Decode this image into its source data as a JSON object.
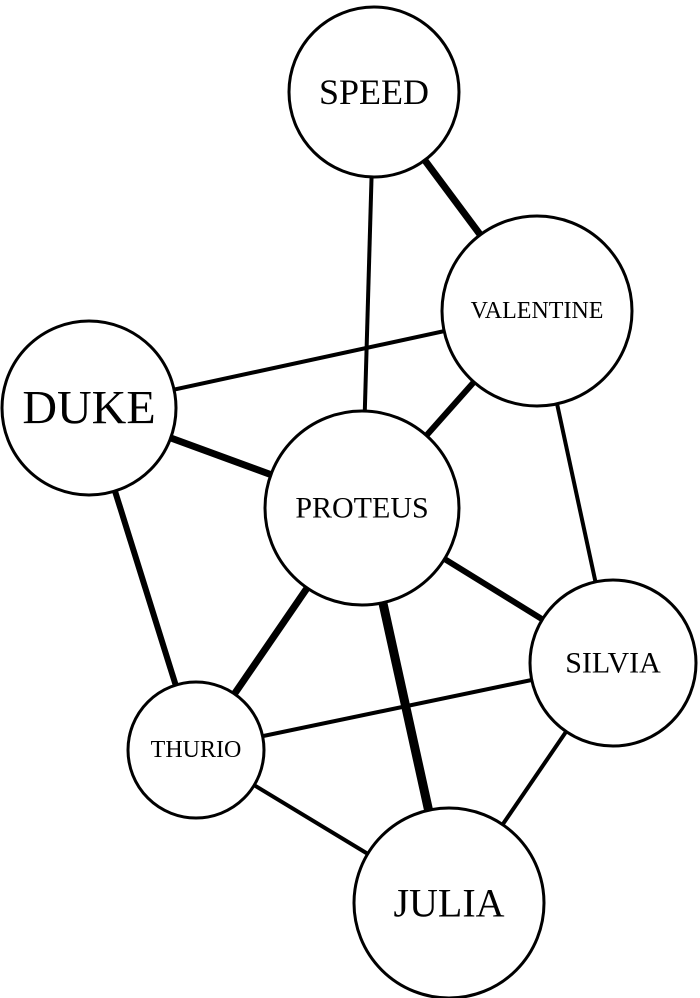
{
  "diagram": {
    "type": "network",
    "nodes": [
      {
        "id": "speed",
        "label": "SPEED"
      },
      {
        "id": "valentine",
        "label": "VALENTINE"
      },
      {
        "id": "duke",
        "label": "DUKE"
      },
      {
        "id": "proteus",
        "label": "PROTEUS"
      },
      {
        "id": "silvia",
        "label": "SILVIA"
      },
      {
        "id": "thurio",
        "label": "THURIO"
      },
      {
        "id": "julia",
        "label": "JULIA"
      }
    ],
    "edges": [
      {
        "from": "speed",
        "to": "valentine",
        "weight": "heavy"
      },
      {
        "from": "speed",
        "to": "proteus",
        "weight": "light"
      },
      {
        "from": "valentine",
        "to": "duke",
        "weight": "light"
      },
      {
        "from": "valentine",
        "to": "proteus",
        "weight": "medium"
      },
      {
        "from": "valentine",
        "to": "silvia",
        "weight": "light"
      },
      {
        "from": "duke",
        "to": "proteus",
        "weight": "heavy"
      },
      {
        "from": "duke",
        "to": "thurio",
        "weight": "medium"
      },
      {
        "from": "proteus",
        "to": "silvia",
        "weight": "medium"
      },
      {
        "from": "proteus",
        "to": "thurio",
        "weight": "heavy"
      },
      {
        "from": "proteus",
        "to": "julia",
        "weight": "heaviest"
      },
      {
        "from": "silvia",
        "to": "thurio",
        "weight": "light"
      },
      {
        "from": "silvia",
        "to": "julia",
        "weight": "light"
      },
      {
        "from": "thurio",
        "to": "julia",
        "weight": "light"
      }
    ]
  }
}
